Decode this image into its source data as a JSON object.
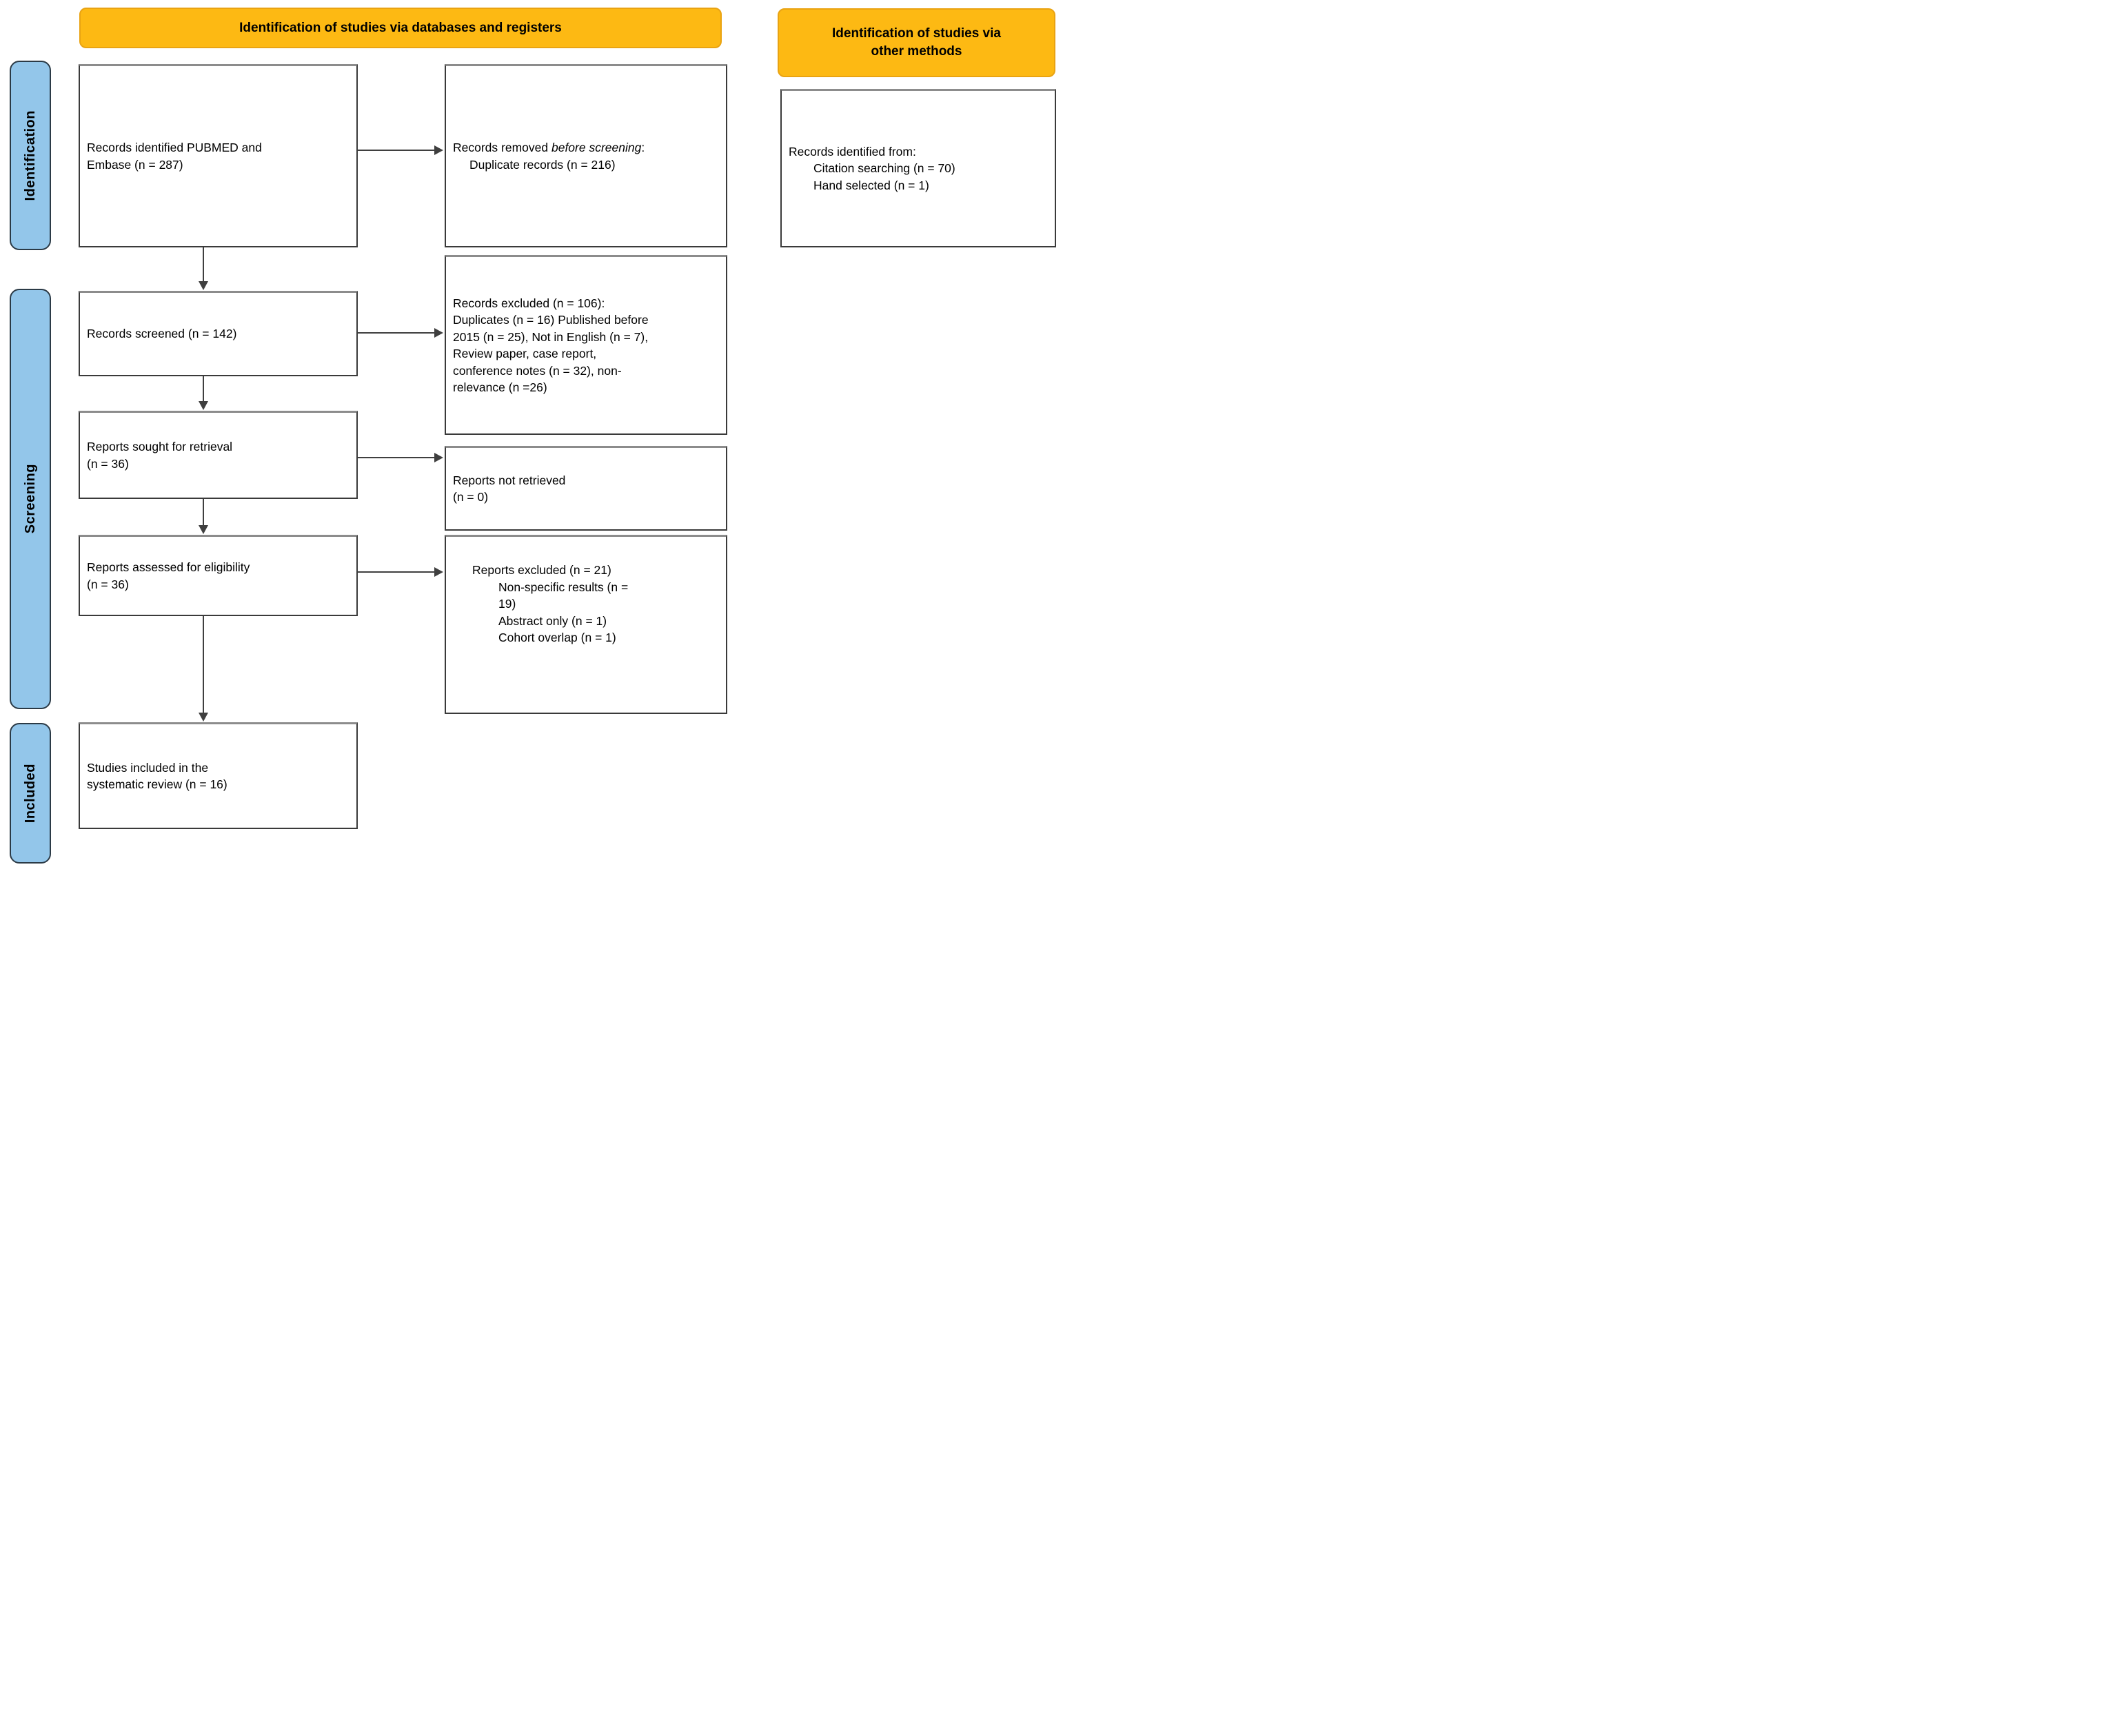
{
  "colors": {
    "orange": "#FDB913",
    "orange-border": "#E9A312",
    "blue": "#93C6EA",
    "blue-border": "#2B3A46",
    "box-border": "#3A3A3A",
    "box-border-top": "#8C8C8C",
    "line": "#3F3F3F",
    "bg": "#FFFFFF"
  },
  "headers": {
    "databases": "Identification of studies via databases and registers",
    "other_line1": "Identification of studies via",
    "other_line2": "other methods"
  },
  "stages": {
    "identification": "Identification",
    "screening": "Screening",
    "included": "Included"
  },
  "boxes": {
    "records_identified": {
      "lines": [
        "Records identified PUBMED and",
        "Embase (n = 287)"
      ]
    },
    "records_removed": {
      "prefix": "Records removed ",
      "italic": "before screening",
      "suffix": ":",
      "detail": "Duplicate records (n = 216)"
    },
    "records_other": {
      "title": "Records identified from:",
      "items": [
        "Citation searching (n = 70)",
        "Hand selected (n = 1)"
      ]
    },
    "records_screened": {
      "lines": [
        "Records screened (n = 142)"
      ]
    },
    "records_excluded": {
      "lines": [
        "Records excluded (n = 106):",
        "Duplicates (n = 16) Published before",
        "2015 (n = 25), Not in English (n = 7),",
        "Review paper, case report,",
        "conference notes (n = 32), non-",
        "relevance (n =26)"
      ]
    },
    "reports_sought": {
      "lines": [
        "Reports sought for retrieval",
        "(n = 36)"
      ]
    },
    "reports_not_retrieved": {
      "lines": [
        "Reports not retrieved",
        "(n = 0)"
      ]
    },
    "reports_assessed": {
      "lines": [
        "Reports assessed for eligibility",
        "(n = 36)"
      ]
    },
    "reports_excluded": {
      "title": "Reports excluded (n = 21)",
      "items": [
        "Non-specific results (n =",
        "19)",
        "Abstract only (n = 1)",
        "Cohort overlap (n = 1)"
      ]
    },
    "studies_included": {
      "lines": [
        "Studies included in the",
        "systematic review (n = 16)"
      ]
    }
  }
}
